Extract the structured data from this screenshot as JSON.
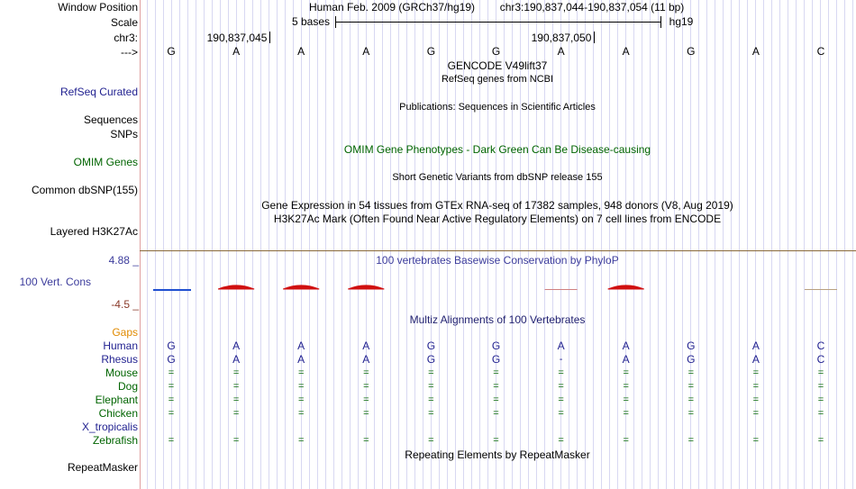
{
  "header": {
    "window_position_label": "Window Position",
    "scale_label": "Scale",
    "chrom_label": "chr3:",
    "strand_label": "--->",
    "assembly": "Human Feb. 2009 (GRCh37/hg19)",
    "position": "chr3:190,837,044-190,837,054 (11 bp)",
    "scale_text": "5 bases",
    "db": "hg19",
    "coord1": "190,837,045",
    "coord2": "190,837,050"
  },
  "bases": [
    "G",
    "A",
    "A",
    "A",
    "G",
    "G",
    "A",
    "A",
    "G",
    "A",
    "C"
  ],
  "tracks": [
    {
      "label": "RefSeq Curated",
      "color": "#1f1f8f"
    },
    {
      "label": "Sequences",
      "color": "#000000"
    },
    {
      "label": "SNPs",
      "color": "#000000"
    },
    {
      "label": "OMIM Genes",
      "color": "#006400"
    },
    {
      "label": "Common dbSNP(155)",
      "color": "#000000"
    },
    {
      "label": "Layered H3K27Ac",
      "color": "#000000"
    },
    {
      "label": "100 Vert. Cons",
      "color": "#3c3c9c"
    },
    {
      "label": "Gaps",
      "color": "#e08a00"
    },
    {
      "label": "RepeatMasker",
      "color": "#000000"
    }
  ],
  "track_titles": {
    "gencode": "GENCODE V49lift37",
    "refseq": "RefSeq genes from NCBI",
    "publications": "Publications: Sequences in Scientific Articles",
    "omim_phen": "OMIM Gene Phenotypes - Dark Green Can Be Disease-causing",
    "dbsnp": "Short Genetic Variants from dbSNP release 155",
    "gtex": "Gene Expression in 54 tissues from GTEx RNA-seq of 17382 samples, 948 donors (V8, Aug 2019)",
    "h3k27ac": "H3K27Ac Mark (Often Found Near Active Regulatory Elements) on 7 cell lines from ENCODE",
    "phylop": "100 vertebrates Basewise Conservation by PhyloP",
    "multiz": "Multiz Alignments of 100 Vertebrates",
    "repeatmasker": "Repeating Elements by RepeatMasker"
  },
  "conservation": {
    "ymax": "4.88 _",
    "ymin": "-4.5 _",
    "values": [
      -0.6,
      1.6,
      1.6,
      1.6,
      0,
      0,
      -0.2,
      1.6,
      0,
      0,
      0.1
    ],
    "colors": {
      "pos": "#d01010",
      "neg": "#2050d0",
      "faint": "#d08080",
      "tan": "#b8a080"
    }
  },
  "species": [
    {
      "name": "Human",
      "color": "#1f1f8f",
      "seq": [
        "G",
        "A",
        "A",
        "A",
        "G",
        "G",
        "A",
        "A",
        "G",
        "A",
        "C"
      ]
    },
    {
      "name": "Rhesus",
      "color": "#1f1f8f",
      "seq": [
        "G",
        "A",
        "A",
        "A",
        "G",
        "G",
        "-",
        "A",
        "G",
        "A",
        "C"
      ]
    },
    {
      "name": "Mouse",
      "color": "#006400",
      "seq": [
        "=",
        "=",
        "=",
        "=",
        "=",
        "=",
        "=",
        "=",
        "=",
        "=",
        "="
      ]
    },
    {
      "name": "Dog",
      "color": "#006400",
      "seq": [
        "=",
        "=",
        "=",
        "=",
        "=",
        "=",
        "=",
        "=",
        "=",
        "=",
        "="
      ]
    },
    {
      "name": "Elephant",
      "color": "#006400",
      "seq": [
        "=",
        "=",
        "=",
        "=",
        "=",
        "=",
        "=",
        "=",
        "=",
        "=",
        "="
      ]
    },
    {
      "name": "Chicken",
      "color": "#006400",
      "seq": [
        "=",
        "=",
        "=",
        "=",
        "=",
        "=",
        "=",
        "=",
        "=",
        "=",
        "="
      ]
    },
    {
      "name": "X_tropicalis",
      "color": "#1f1f8f",
      "seq": [
        "",
        "",
        "",
        "",
        "",
        "",
        "",
        "",
        "",
        "",
        ""
      ]
    },
    {
      "name": "Zebrafish",
      "color": "#006400",
      "seq": [
        "=",
        "=",
        "=",
        "=",
        "=",
        "=",
        "=",
        "=",
        "=",
        "=",
        "="
      ]
    }
  ]
}
